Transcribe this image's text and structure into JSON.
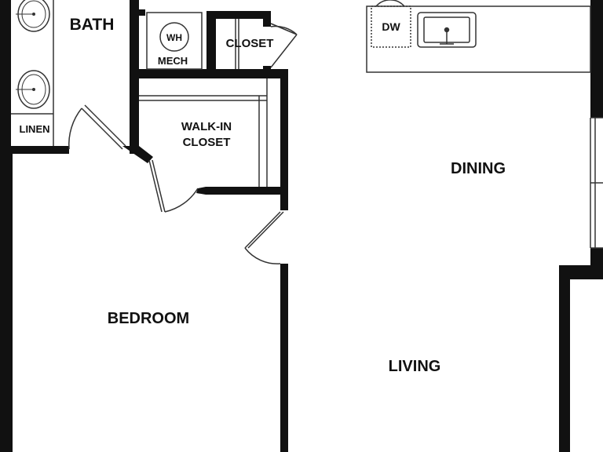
{
  "rooms": {
    "bath": "BATH",
    "mech": "MECH",
    "water_heater": "WH",
    "closet": "CLOSET",
    "walk_in_line1": "WALK-IN",
    "walk_in_line2": "CLOSET",
    "linen": "LINEN",
    "dishwasher": "DW",
    "dining": "DINING",
    "bedroom": "BEDROOM",
    "living": "LIVING"
  },
  "colors": {
    "wall": "#111111",
    "line": "#333333",
    "background": "#ffffff"
  }
}
